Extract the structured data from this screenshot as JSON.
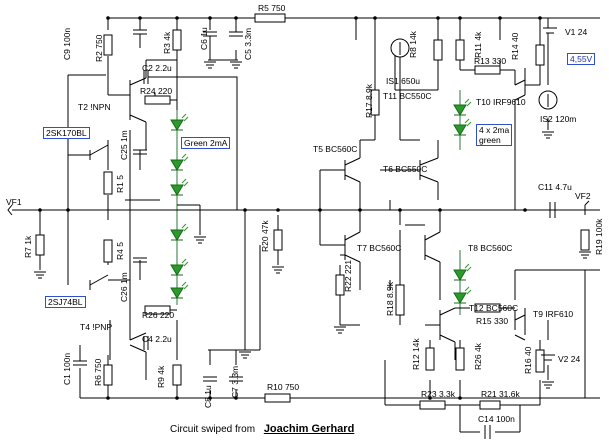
{
  "resistors": [
    {
      "id": "r5",
      "label": "R5 750"
    },
    {
      "id": "r2",
      "label": "R2 750"
    },
    {
      "id": "r3",
      "label": "R3 4k"
    },
    {
      "id": "r24",
      "label": "R24 220"
    },
    {
      "id": "r1",
      "label": "R1 5"
    },
    {
      "id": "r4",
      "label": "R4 5"
    },
    {
      "id": "r7",
      "label": "R7 1k"
    },
    {
      "id": "r26",
      "label": "R26 220"
    },
    {
      "id": "r6",
      "label": "R6 750"
    },
    {
      "id": "r9",
      "label": "R9 4k"
    },
    {
      "id": "r10",
      "label": "R10 750"
    },
    {
      "id": "r17",
      "label": "R17 8.9k"
    },
    {
      "id": "r8",
      "label": "R8 14k"
    },
    {
      "id": "r11",
      "label": "R11 4k"
    },
    {
      "id": "r14",
      "label": "R14 40"
    },
    {
      "id": "r13",
      "label": "R13 330"
    },
    {
      "id": "r20",
      "label": "R20 47k"
    },
    {
      "id": "r22",
      "label": "R22 221"
    },
    {
      "id": "r18",
      "label": "R18 8.9k"
    },
    {
      "id": "r12",
      "label": "R12 14k"
    },
    {
      "id": "r26b",
      "label": "R26 4k"
    },
    {
      "id": "r15",
      "label": "R15 330"
    },
    {
      "id": "r16",
      "label": "R16 40"
    },
    {
      "id": "r19",
      "label": "R19 100k"
    },
    {
      "id": "r23",
      "label": "R23 3.3k"
    },
    {
      "id": "r21",
      "label": "R21 31.6k"
    }
  ],
  "capacitors": [
    {
      "id": "c9",
      "label": "C9 100n"
    },
    {
      "id": "c6",
      "label": "C6 1u"
    },
    {
      "id": "c5",
      "label": "C5 3.3m"
    },
    {
      "id": "c2",
      "label": "C2 2.2u"
    },
    {
      "id": "c25",
      "label": "C25 1m"
    },
    {
      "id": "c26",
      "label": "C26 1m"
    },
    {
      "id": "c4",
      "label": "C4 2.2u"
    },
    {
      "id": "c1",
      "label": "C1 100n"
    },
    {
      "id": "c8",
      "label": "C8 1u"
    },
    {
      "id": "c7",
      "label": "C7 3.3m"
    },
    {
      "id": "c11",
      "label": "C11 4.7u"
    },
    {
      "id": "c14",
      "label": "C14 100n"
    }
  ],
  "transistors": [
    {
      "id": "t2",
      "label": "T2 !NPN"
    },
    {
      "id": "t4",
      "label": "T4 !PNP"
    },
    {
      "id": "t5",
      "label": "T5 BC560C"
    },
    {
      "id": "t6",
      "label": "T6 BC550C"
    },
    {
      "id": "t7",
      "label": "T7 BC560C"
    },
    {
      "id": "t8",
      "label": "T8 BC560C"
    },
    {
      "id": "t11",
      "label": "T11 BC550C"
    },
    {
      "id": "t10",
      "label": "T10 IRF9610"
    },
    {
      "id": "t12",
      "label": "T12 BC560C"
    },
    {
      "id": "t9",
      "label": "T9 IRF610"
    }
  ],
  "sources": [
    {
      "id": "v1",
      "label": "V1 24"
    },
    {
      "id": "v2",
      "label": "V2 24"
    },
    {
      "id": "is1",
      "label": "IS1 650u"
    },
    {
      "id": "is2",
      "label": "IS2 120m"
    }
  ],
  "ports": {
    "vf1": "VF1",
    "vf2": "VF2"
  },
  "notes": {
    "jfet_top": "2SK170BL",
    "jfet_bottom": "2SJ74BL",
    "led_top": "Green 2mA",
    "led_right_1": "4 x 2ma",
    "led_right_2": "green",
    "voltage": "4,55V"
  },
  "footer": {
    "prefix": "Circuit swiped from",
    "author": "Joachim Gerhard"
  },
  "colors": {
    "wire": "#000000",
    "led": "#2a9a2a",
    "led_wire": "#2a7a3a",
    "note_border": "#2f4fd0",
    "voltage_text": "#1f2fb0"
  }
}
